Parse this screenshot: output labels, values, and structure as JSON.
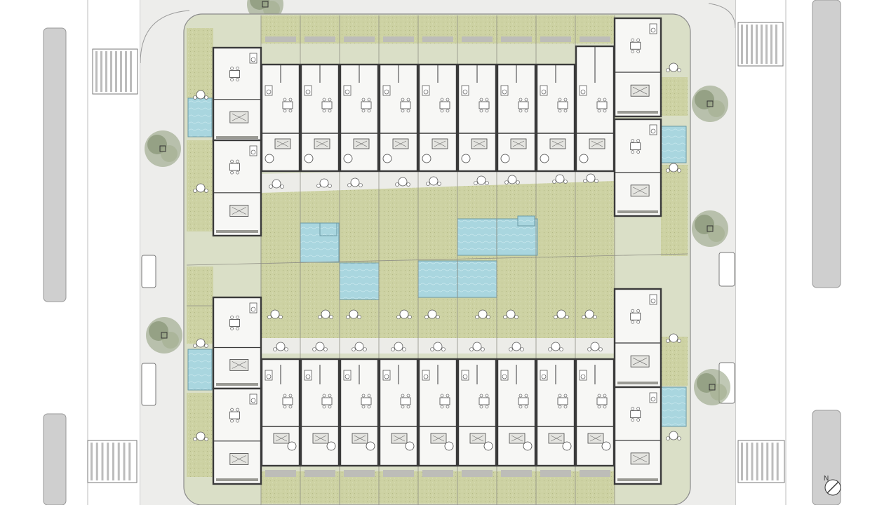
{
  "plan": {
    "type": "site-plan",
    "north_label": "N",
    "colors": {
      "background": "#f4f4f2",
      "road": "#ffffff",
      "median": "#cfcfcf",
      "sidewalk": "#ededeb",
      "site": "#dadfc7",
      "lawn": "#c9cd9d",
      "wall": "#3a3a3a",
      "interior": "#f7f7f5",
      "pool": "#a9d6df",
      "path": "#e6e6e3",
      "tree": "#8c9a78"
    },
    "blocks": {
      "north_row_units": 9,
      "south_row_units": 9,
      "corner_units": 8
    },
    "pools": 8,
    "trees": 6
  }
}
